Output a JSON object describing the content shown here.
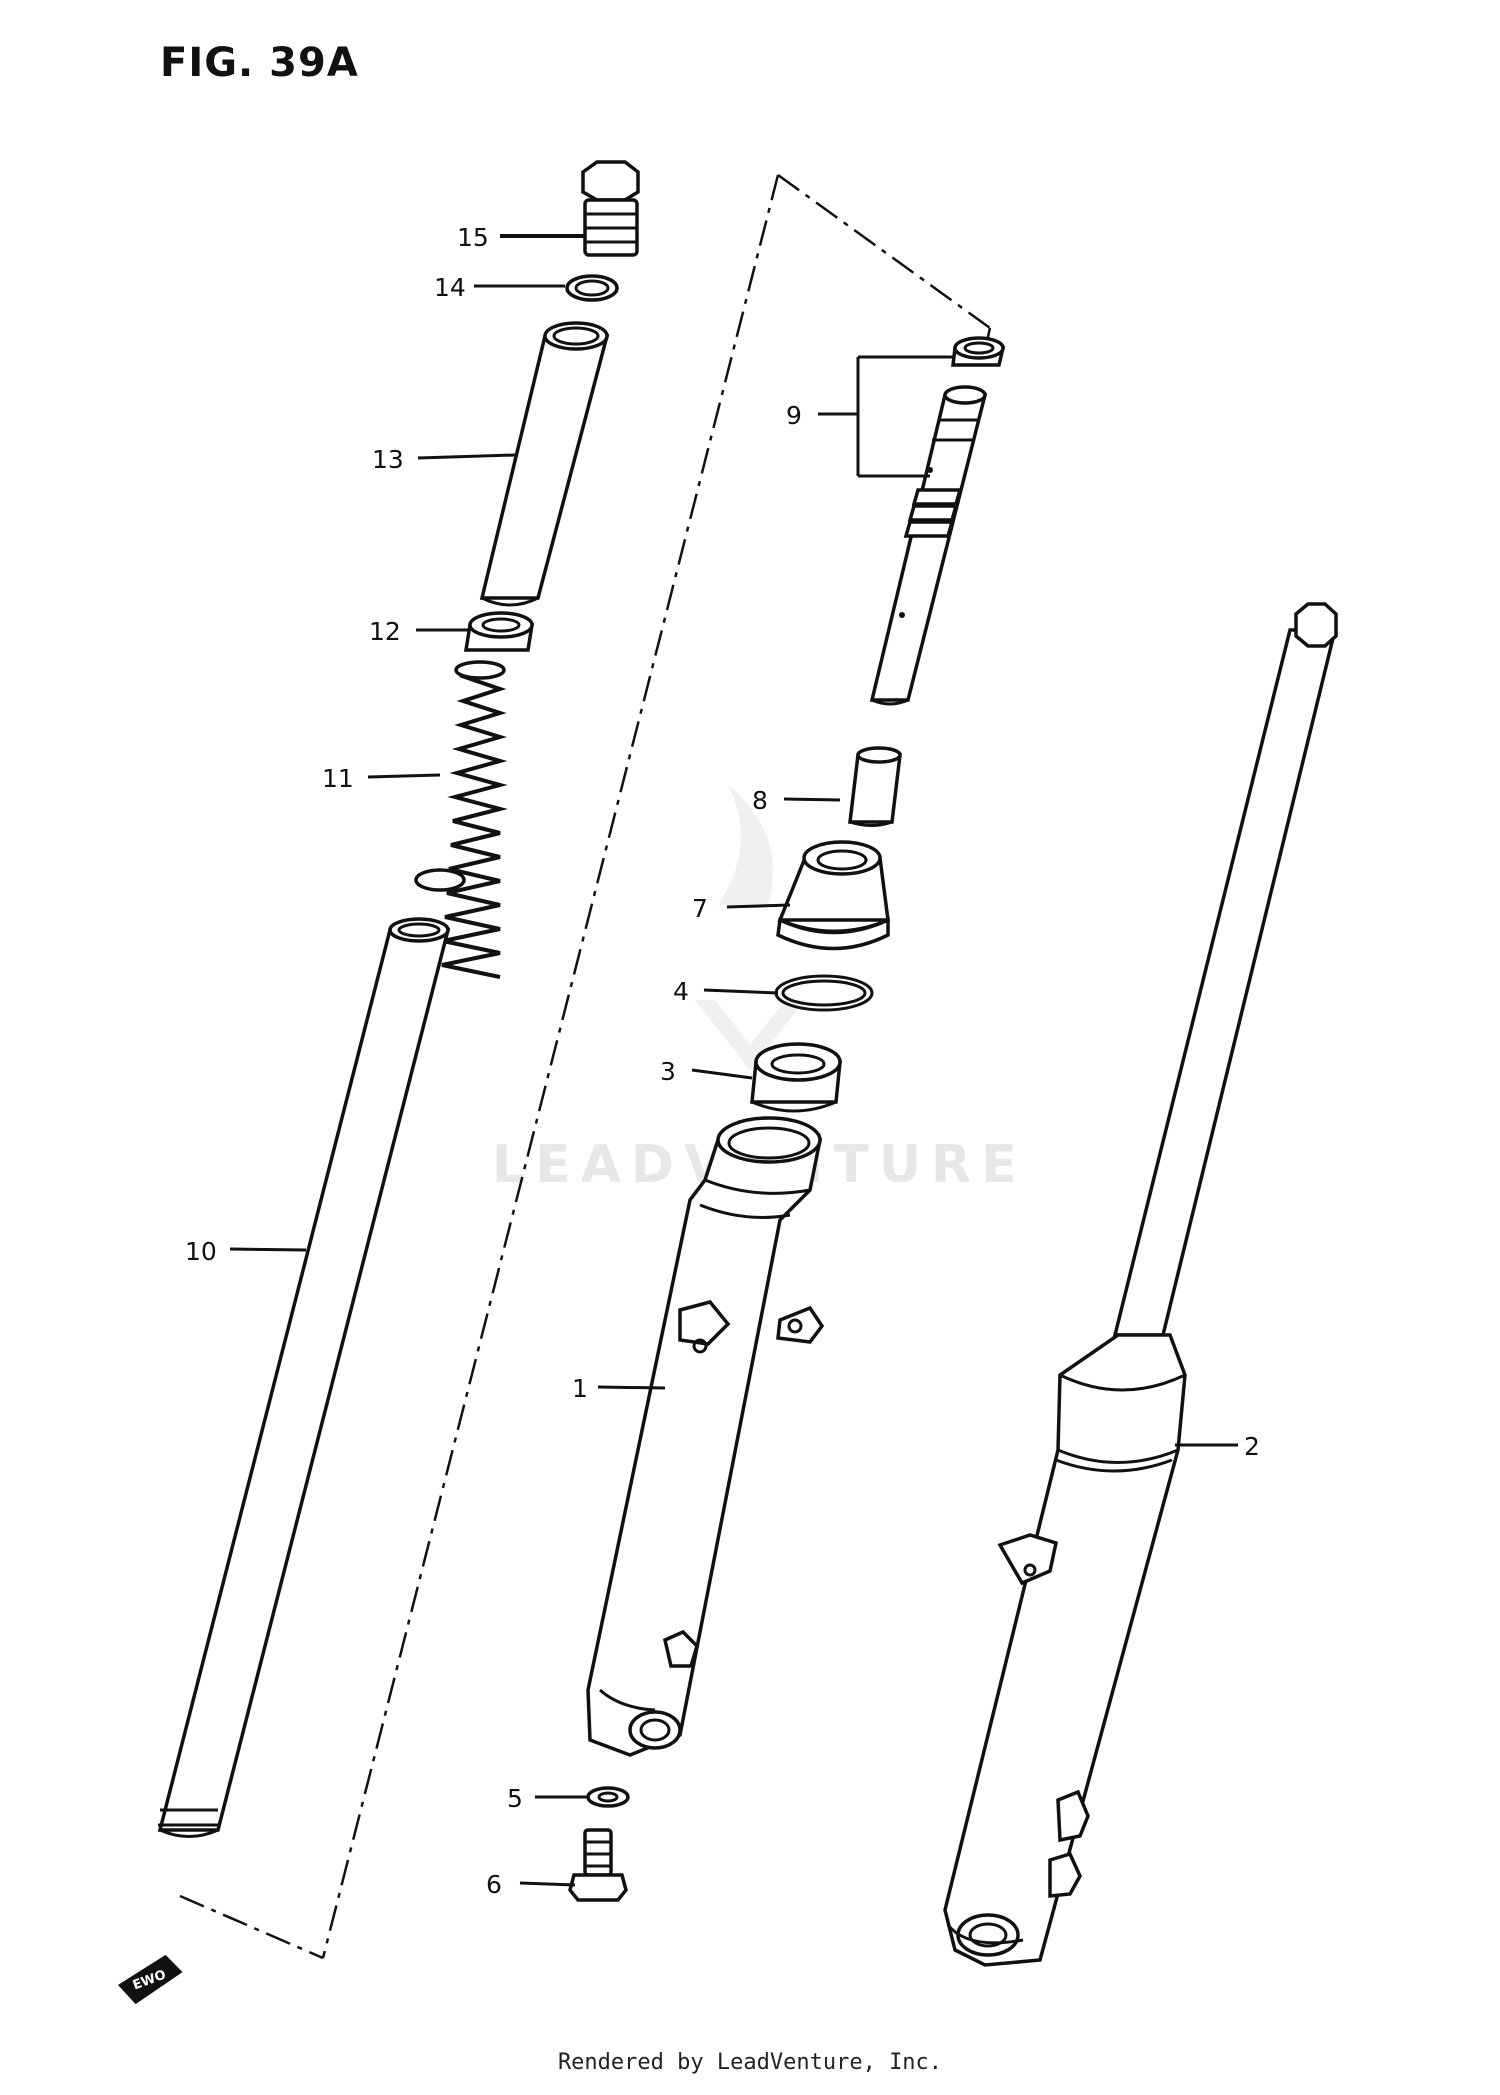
{
  "figure": {
    "title": "FIG. 39A",
    "watermark": "LEADVENTURE",
    "footer": "Rendered by LeadVenture, Inc.",
    "corner_badge": "EWO"
  },
  "callouts": [
    {
      "id": "p15",
      "label": "15"
    },
    {
      "id": "p14",
      "label": "14"
    },
    {
      "id": "p13",
      "label": "13"
    },
    {
      "id": "p12",
      "label": "12"
    },
    {
      "id": "p11",
      "label": "11"
    },
    {
      "id": "p10",
      "label": "10"
    },
    {
      "id": "p9",
      "label": "9"
    },
    {
      "id": "p8",
      "label": "8"
    },
    {
      "id": "p7",
      "label": "7"
    },
    {
      "id": "p4",
      "label": "4"
    },
    {
      "id": "p3",
      "label": "3"
    },
    {
      "id": "p1",
      "label": "1"
    },
    {
      "id": "p2",
      "label": "2"
    },
    {
      "id": "p5",
      "label": "5"
    },
    {
      "id": "p6",
      "label": "6"
    }
  ]
}
